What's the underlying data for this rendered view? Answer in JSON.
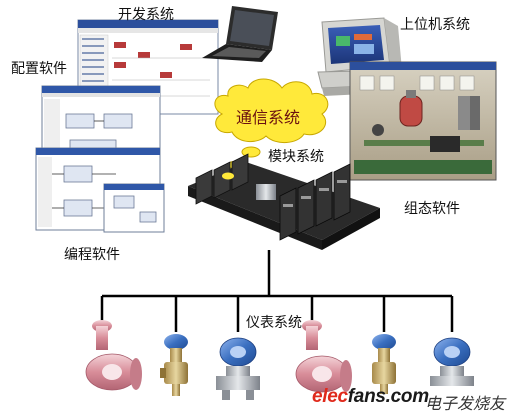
{
  "labels": {
    "dev_system": "开发系统",
    "config_software": "配置软件",
    "host_system": "上位机系统",
    "comm_system": "通信系统",
    "module_system": "模块系统",
    "scada_software": "组态软件",
    "programming_software": "编程软件",
    "instrument_system": "仪表系统"
  },
  "watermark": {
    "brand_red": "elec",
    "brand_dark": "fans.com",
    "chinese": "电子发烧友"
  },
  "colors": {
    "cloud_fill": "#ffe93a",
    "cloud_stroke": "#c8a800",
    "bus_line": "#000000",
    "watermark_red": "#e02a1c",
    "instrument_blue": "#3a6fc0",
    "instrument_pink": "#e9b3bc"
  }
}
